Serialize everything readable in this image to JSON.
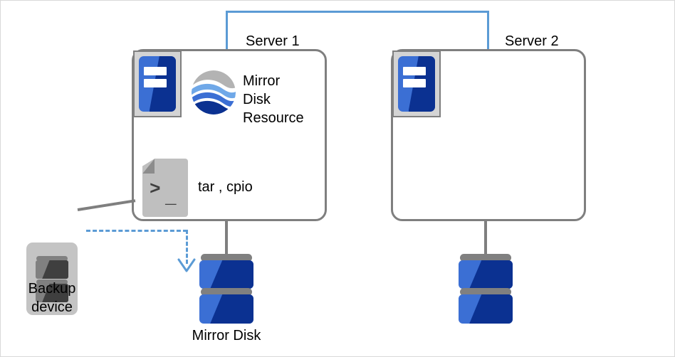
{
  "diagram": {
    "title": "Mirror disk backup using tar / cpio on Server 1",
    "colors": {
      "box_border": "#7f7f7f",
      "interconnect": "#5b9bd5",
      "disk_light": "#3b6fd4",
      "disk_dark": "#0b3191",
      "disk_cap": "#808080",
      "backup_shell": "#c4c4c4",
      "backup_plate_light": "#808080",
      "backup_plate_dark": "#3f3f3f",
      "icon_frame": "#d4d4d4",
      "script_body": "#bfbfbf",
      "script_fold": "#8c8c8c",
      "canvas_border": "#d9d9d9"
    },
    "nodes": {
      "server1": {
        "label": "Server 1",
        "icon": "server-chassis-icon",
        "resources": [
          {
            "icon": "globe-icon",
            "label_lines": [
              "Mirror",
              "Disk",
              "Resource"
            ],
            "label": "Mirror Disk Resource"
          },
          {
            "icon": "script-file-icon",
            "label": "tar , cpio",
            "prompt_glyph": ">",
            "cursor_glyph": "_"
          }
        ]
      },
      "server2": {
        "label": "Server 2",
        "icon": "server-chassis-icon",
        "resources": []
      },
      "mirror_disk_1": {
        "label": "Mirror Disk",
        "icon": "disk-stack-icon"
      },
      "mirror_disk_2": {
        "label": "",
        "icon": "disk-stack-icon"
      },
      "backup_device": {
        "label_lines": [
          "Backup",
          "device"
        ],
        "label": "Backup device",
        "icon": "backup-device-icon"
      }
    },
    "connectors": {
      "interconnect": {
        "style": "solid",
        "color": "#5b9bd5",
        "from": "Server 1",
        "to": "Server 2"
      },
      "backup_cable": {
        "style": "solid",
        "color": "#7f7f7f",
        "from": "Backup device",
        "to": "Server 1"
      },
      "backup_flow": {
        "style": "dashed-arrow",
        "color": "#5b9bd5",
        "from": "Backup device",
        "to": "Mirror Disk"
      },
      "server1_disk_cable": {
        "style": "solid",
        "color": "#7f7f7f"
      },
      "server2_disk_cable": {
        "style": "solid",
        "color": "#7f7f7f"
      }
    }
  }
}
